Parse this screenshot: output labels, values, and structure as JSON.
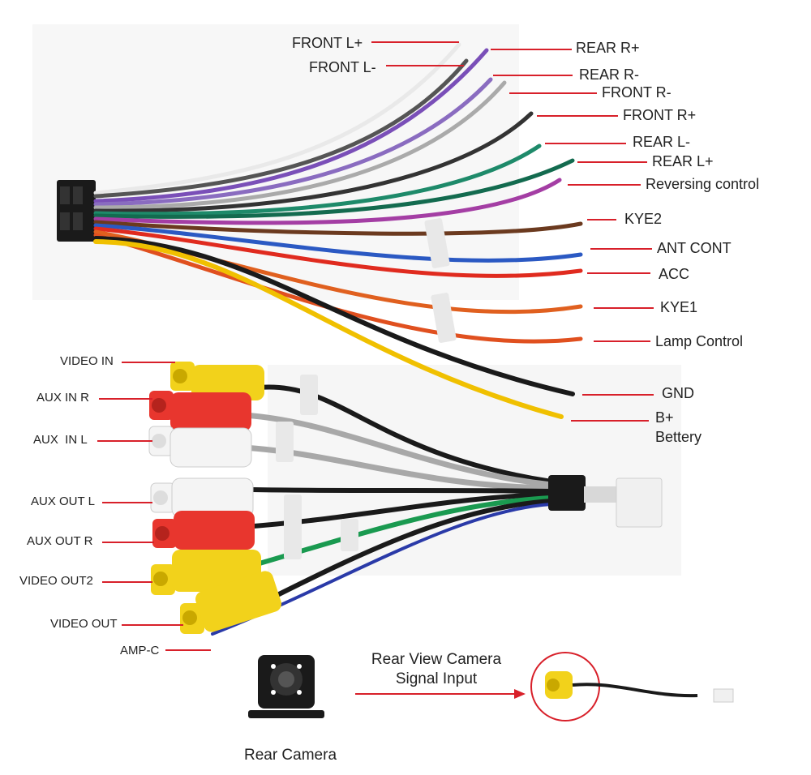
{
  "harness_labels": {
    "front_l_plus": "FRONT L+",
    "front_l_minus": "FRONT L-",
    "rear_r_plus": "REAR R+",
    "rear_r_minus": "REAR R-",
    "front_r_minus": "FRONT R-",
    "front_r_plus": "FRONT R+",
    "rear_l_minus": "REAR L-",
    "rear_l_plus": "REAR L+",
    "reversing_control": "Reversing control",
    "kye2": "KYE2",
    "ant_cont": "ANT CONT",
    "acc": "ACC",
    "kye1": "KYE1",
    "lamp_control": "Lamp Control",
    "gnd": "GND",
    "b_plus": "B+",
    "battery": "Bettery"
  },
  "rca_labels": {
    "video_in": "VIDEO IN",
    "aux_in_r": "AUX IN R",
    "aux_in_l": "AUX  IN L",
    "aux_out_l": "AUX OUT L",
    "aux_out_r": "AUX OUT R",
    "video_out2": "VIDEO OUT2",
    "video_out": "VIDEO OUT",
    "amp_c": "AMP-C"
  },
  "camera": {
    "rear_camera": "Rear Camera",
    "signal_line1": "Rear View Camera",
    "signal_line2": "Signal Input"
  },
  "colors": {
    "leader": "#d8202a",
    "connector": "#1a1a1a",
    "rca_yellow": "#f2d21b",
    "rca_red": "#e8362e",
    "rca_white": "#f4f4f4"
  }
}
